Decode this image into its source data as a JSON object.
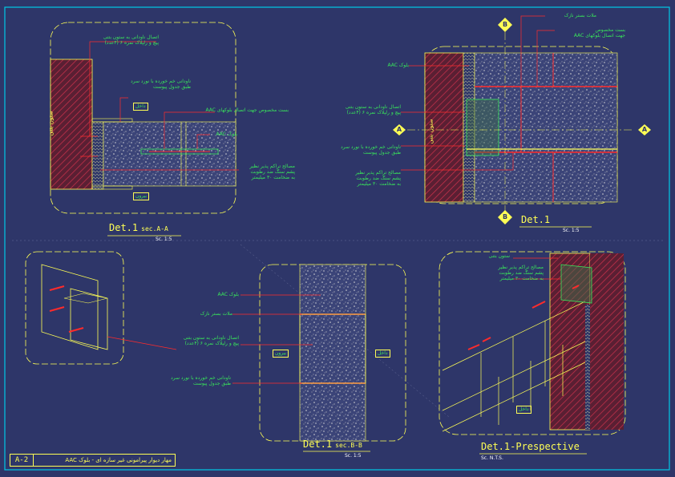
{
  "sheet": {
    "number": "A-2",
    "title": "مهار دیوار پیرامونی غیر سازه ای - بلوک AAC"
  },
  "details": {
    "d1": {
      "title": "Det.1",
      "section": "sec.A-A",
      "scale": "Sc. 1:5",
      "labels": {
        "concrete_column": "ستون بتنی",
        "anchor": "اتصال ناودانی به ستون بتنی\nپیچ و رلپلاک نمره ۶ (۴عدد)",
        "channel": "ناودانی خم خورده با نورد سرد\nطبق جدول پیوست",
        "tie": "بست مخصوص جهت اتصال بلوکهای AAC",
        "block": "بلوک AAC",
        "filler": "مصالح تراکم پذیر نظیر\nپشم سنگ ضد رطوبت\nبه ضخامت ۳۰ میلیمتر",
        "inside": "داخل",
        "outside": "بیرون"
      }
    },
    "d2": {
      "title": "Det.1",
      "scale": "Sc. 1:5",
      "section_marks": [
        "B",
        "A",
        "A",
        "B"
      ],
      "labels": {
        "mortar": "ملات بستر نازک",
        "tie": "بست مخصوص\nجهت اتصال بلوکهای AAC",
        "block": "بلوک AAC",
        "anchor": "اتصال ناودانی به ستون بتنی\nپیچ و رلپلاک نمره ۶ (۴عدد)",
        "channel": "ناودانی خم خورده با نورد سرد\nطبق جدول پیوست",
        "filler": "مصالح تراکم پذیر نظیر\nپشم سنگ ضد رطوبت\nبه ضخامت ۳۰ میلیمتر",
        "concrete_column": "ستون بتنی"
      }
    },
    "d3": {
      "title": "Det.1",
      "section": "sec.B-B",
      "scale": "Sc. 1:5",
      "labels": {
        "block": "بلوک AAC",
        "mortar": "ملات بستر نازک",
        "anchor": "اتصال ناودانی به ستون بتنی\nپیچ و رلپلاک نمره ۶ (۴عدد)",
        "channel": "ناودانی خم خورده با نورد سرد\nطبق جدول پیوست",
        "inside": "داخل",
        "outside": "بیرون"
      }
    },
    "d4": {
      "title": "Det.1-Prespective",
      "scale": "Sc. N.T.S.",
      "labels": {
        "concrete_column": "ستون بتنی",
        "filler": "مصالح تراکم پذیر نظیر\nپشم سنگ ضد رطوبت\nبه ضخامت ۳۰ میلیمتر",
        "inside": "داخل"
      }
    }
  },
  "colors": {
    "background": "#2e3669",
    "frame": "#00c8e6",
    "outline": "#ffff55",
    "leader": "#ff2b2b",
    "text": "#39e85a",
    "brick": "#7a1f2e",
    "block": "#c8c8c8"
  }
}
